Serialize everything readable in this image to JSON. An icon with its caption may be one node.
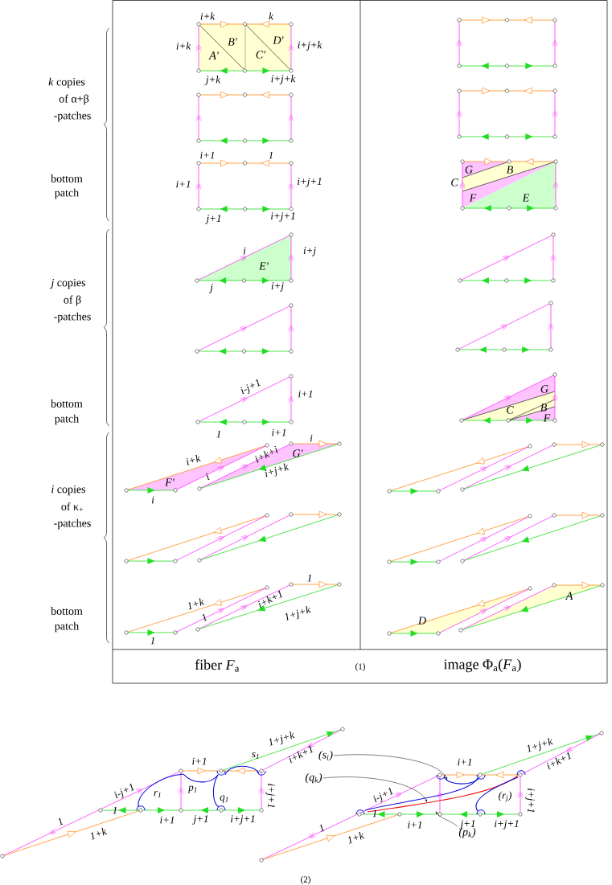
{
  "diagram": {
    "nodes": [
      {
        "text": [
          "(s$_{i}$)"
        ]
      },
      {
        "text": [
          "(q$_{k}$)"
        ]
      },
      {
        "text": [
          "(p$_{k}$)"
        ]
      }
    ],
    "edges": [
      {
        "from": 0,
        "to": null,
        "arrow": "to"
      },
      {
        "from": 1,
        "to": null,
        "arrow": "to"
      },
      {
        "from": 2,
        "to": null,
        "arrow": "to"
      }
    ],
    "labels": [
      "*k* copies",
      "of α+β",
      "-patches",
      "bottom",
      "patch",
      "*j* copies",
      "of β",
      "-patches",
      "bottom",
      "patch",
      "*i* copies",
      "of κ$_{+}$",
      "-patches",
      "bottom",
      "patch",
      "i+k",
      "k",
      "i+k",
      "B'",
      "D'",
      "i+j+k",
      "A'",
      "C'",
      "j+k",
      "i+j+k",
      "i+1",
      "1",
      "i+1",
      "i+j+1",
      "j+1",
      "i+j+1",
      "i",
      "i+j",
      "E'",
      "j",
      "i+j",
      "i-j+1",
      "i+1",
      "1",
      "i+1",
      "i",
      "i+k",
      "i+k+i",
      "G'",
      "F'",
      "i+j+k",
      "i",
      "i",
      "1",
      "1+k",
      "i+k+1",
      "1+j+k",
      "1",
      "1",
      "G",
      "B",
      "C",
      "F",
      "E",
      "G",
      "C",
      "B",
      "F",
      "D",
      "A",
      "fiber *F*$_{a}$",
      "(1)",
      "image Φ$_{a}$(*F*$_{a}$)",
      "1+j+k",
      "s$_{1}$",
      "i+1",
      "i+k+1",
      "i-j+1",
      "p$_{1}$",
      "r$_{1}$",
      "q$_{1}$",
      "i+j+1",
      "1",
      "1",
      "i+1",
      "j+1",
      "i+j+1",
      "1+k",
      "i+1",
      "1+j+k",
      "i+k+1",
      "i-j+1",
      "(r$_{j}$)",
      "i+j+1",
      "1",
      "1",
      "i+1",
      "j+1",
      "i+j+1",
      "1+k",
      "(2)"
    ]
  }
}
